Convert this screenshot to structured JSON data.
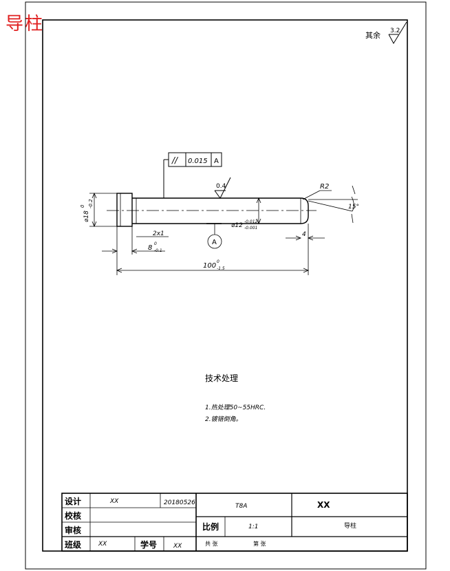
{
  "header_label": "导柱",
  "roughness": {
    "label": "其余",
    "value": "3.2"
  },
  "tolerance_frame": {
    "symbol": "//",
    "value": "0.015",
    "datum": "A"
  },
  "dims": {
    "surface_finish": "0.4",
    "radius": "R2",
    "chamfer_angle": "15°",
    "head_dia": "⌀18",
    "head_dia_tol_upper": "0",
    "head_dia_tol_lower": "-0.2",
    "groove": "2x1",
    "shaft_dia": "⌀12",
    "shaft_dia_tol_upper": "-0.012",
    "shaft_dia_tol_lower": "-0.001",
    "datum_bubble": "A",
    "head_len": "8",
    "head_len_tol_upper": "0",
    "head_len_tol_lower": "-0.1",
    "end_len": "4",
    "total_len": "100",
    "total_len_tol_upper": "0",
    "total_len_tol_lower": "-1.5"
  },
  "tech": {
    "title": "技术处理",
    "notes": [
      "1.热处理50~55HRC.",
      "2.镀铬倒角。"
    ]
  },
  "title_block": {
    "design_label": "设计",
    "design_name": "XX",
    "date": "20180526",
    "check_label": "校核",
    "review_label": "审核",
    "class_label": "班级",
    "class_value": "XX",
    "student_no_label": "学号",
    "student_no_value": "XX",
    "material": "T8A",
    "school": "XX",
    "scale_label": "比例",
    "scale_value": "1:1",
    "part_name": "导柱",
    "total_sheets": "共 张",
    "sheet_no": "第 张"
  }
}
